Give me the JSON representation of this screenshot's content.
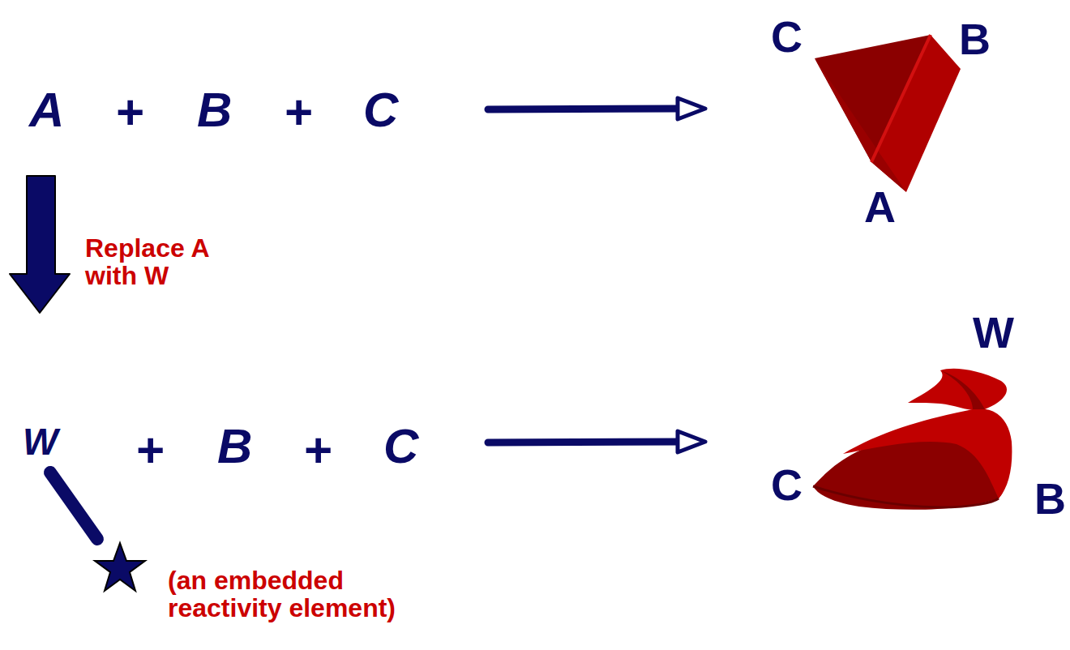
{
  "diagram": {
    "labels": [
      "A",
      "+",
      "B",
      "+",
      "C",
      "C",
      "B",
      "A",
      "Replace A with W",
      "W",
      "+",
      "B",
      "+",
      "C",
      "W",
      "C",
      "B",
      "(an embedded reactivity element)"
    ]
  }
}
